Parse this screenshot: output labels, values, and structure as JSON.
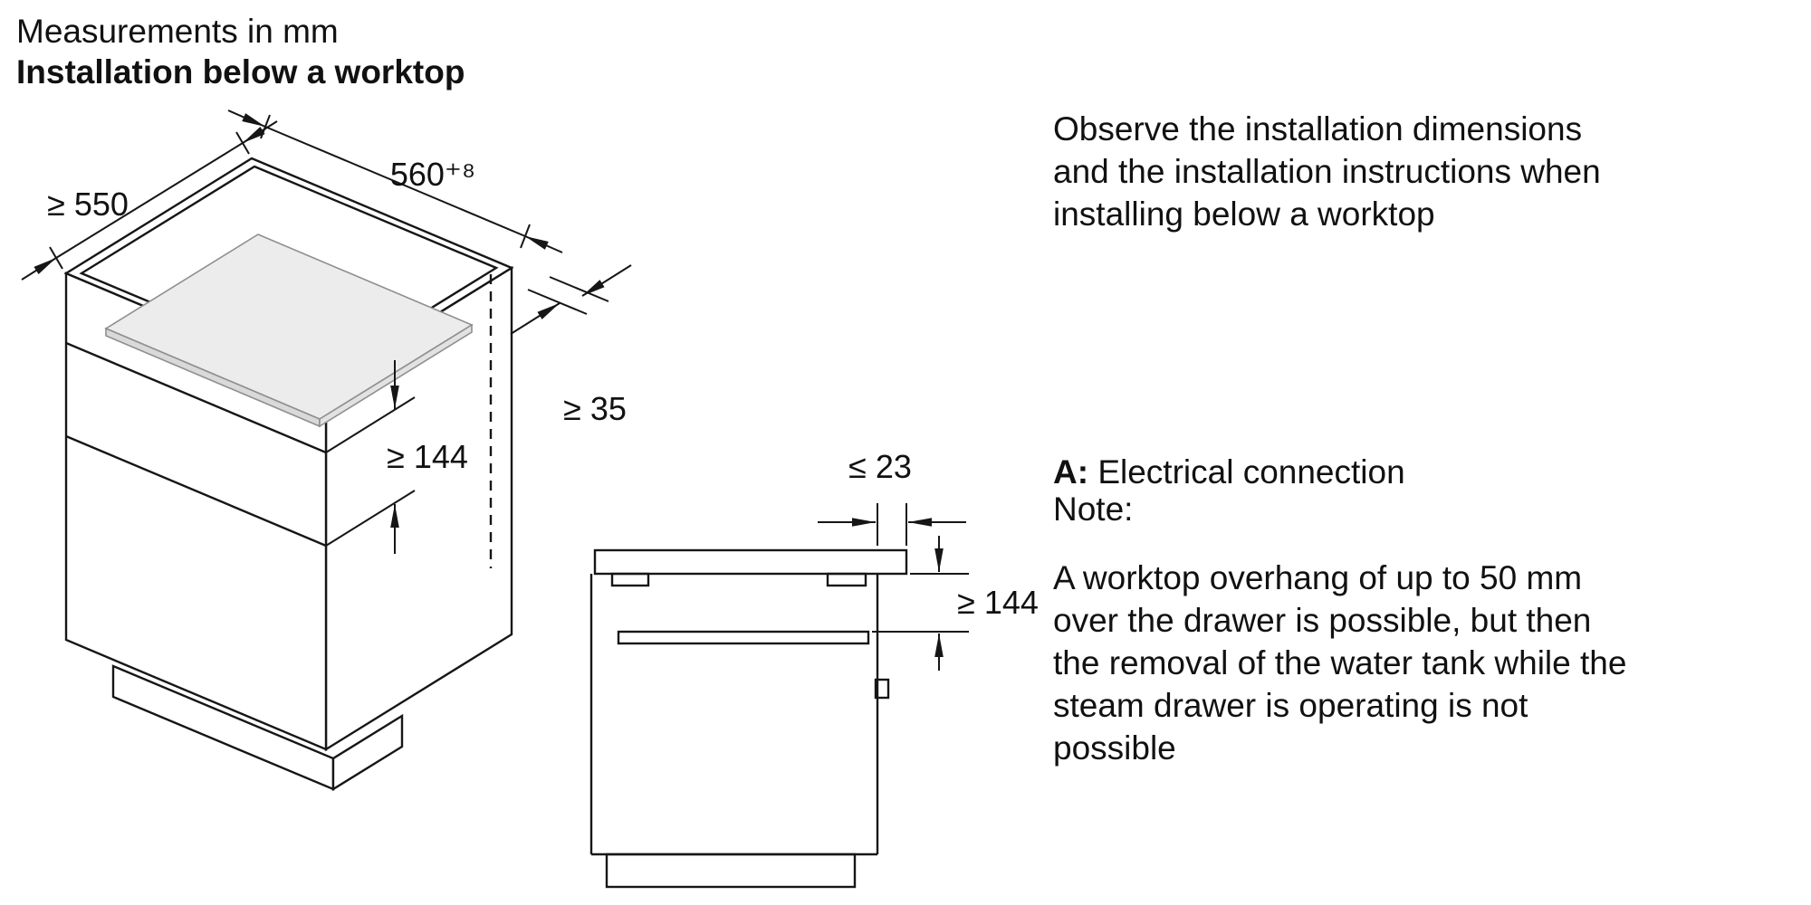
{
  "header": {
    "line1": "Measurements in mm",
    "line2": "Installation below a worktop"
  },
  "iso": {
    "dim_depth": "≥ 550",
    "dim_width": "560⁺⁸",
    "dim_opening_height": "≥ 144",
    "dim_rear_gap": "≥ 35"
  },
  "side": {
    "dim_overhang": "≤ 23",
    "dim_clearance": "≥ 144"
  },
  "notes": {
    "observe": "Observe the installation dimensions\nand the installation instructions when\ninstalling below a worktop",
    "electrical_prefix": "A:",
    "electrical_text": " Electrical connection",
    "note_label": "Note:",
    "note_text": "A worktop overhang of up to 50 mm\nover the drawer is possible, but then\nthe removal of the water tank while the\nsteam drawer is operating is not\npossible"
  },
  "colors": {
    "line": "#161616",
    "slab": "#ececec",
    "shelf": "#d8d8d8",
    "worktop": "#e8e8e8"
  }
}
